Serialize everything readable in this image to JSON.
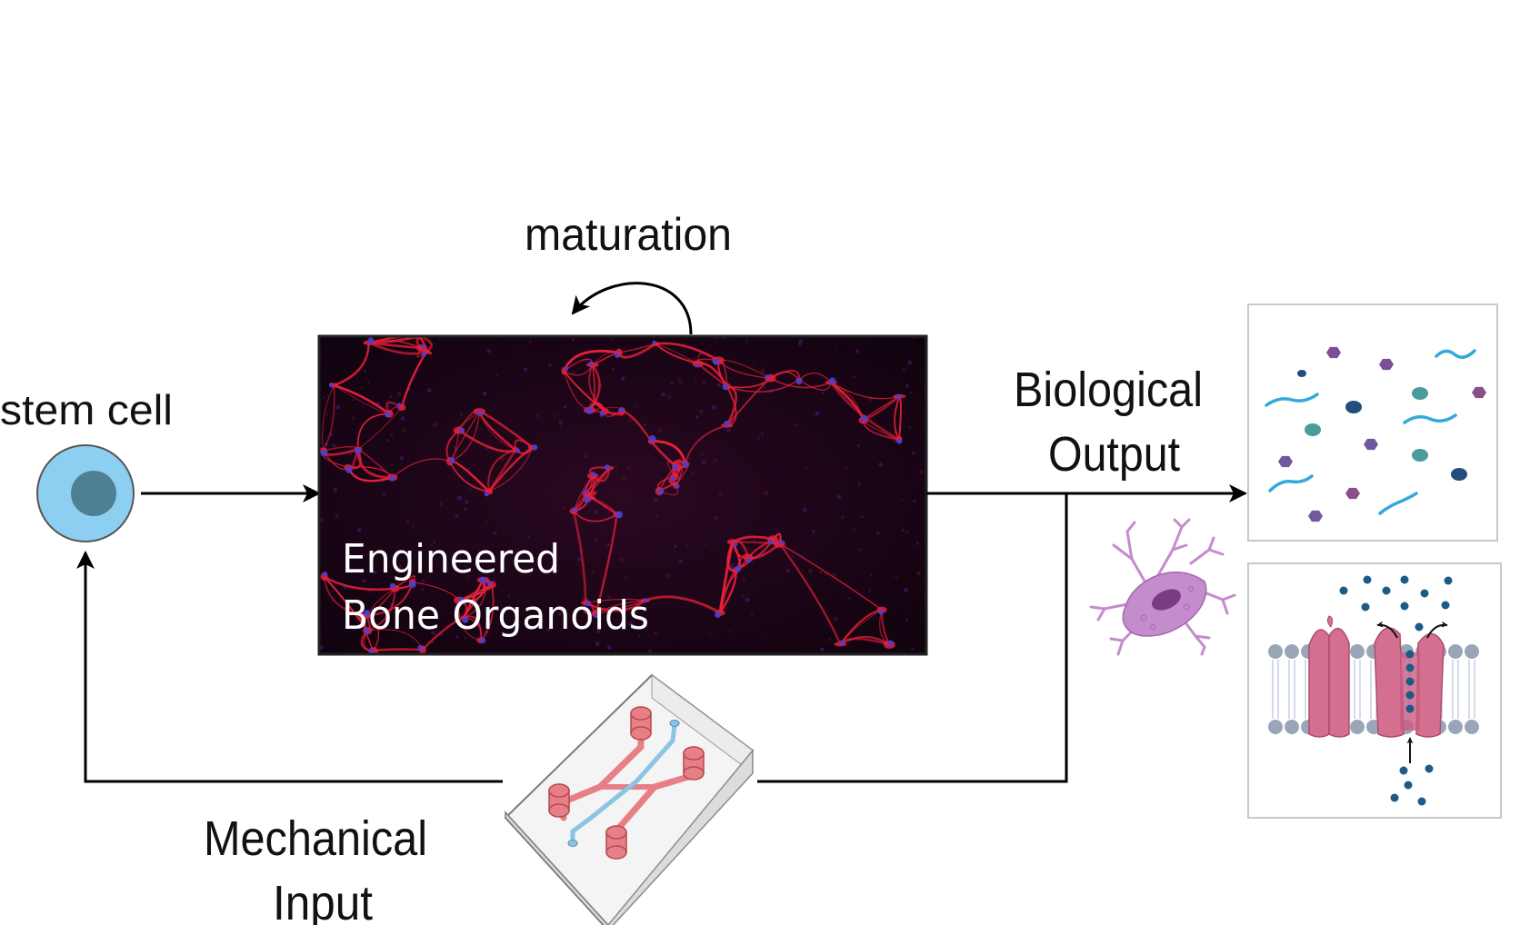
{
  "labels": {
    "stem_cell": "stem cell",
    "maturation": "maturation",
    "organoid_line1": "Engineered",
    "organoid_line2": "Bone Organoids",
    "output_line1": "Biological",
    "output_line2": "Output",
    "input_line1": "Mechanical",
    "input_line2": "Input"
  },
  "icons": {
    "stem_cell": "stem-cell-icon",
    "organoid_image": "fluorescent-network-micrograph",
    "chip": "organ-on-chip-icon",
    "cell": "osteocyte-icon",
    "molecules": "secreted-molecules-panel",
    "channel": "membrane-ion-channel-panel"
  },
  "colors": {
    "arrow": "#000000",
    "cell_outer": "#8dcff0",
    "cell_nucleus": "#4f7f92",
    "network_red": "#e8203a",
    "network_bg": "#180418",
    "nuclei_blue": "#4a3fd0",
    "chip_red": "#e77f86",
    "chip_blue": "#8cc4e4",
    "neuron_purple": "#c48ccc",
    "channel_pink": "#d46f90",
    "lipid_gray": "#9aa6b8"
  }
}
